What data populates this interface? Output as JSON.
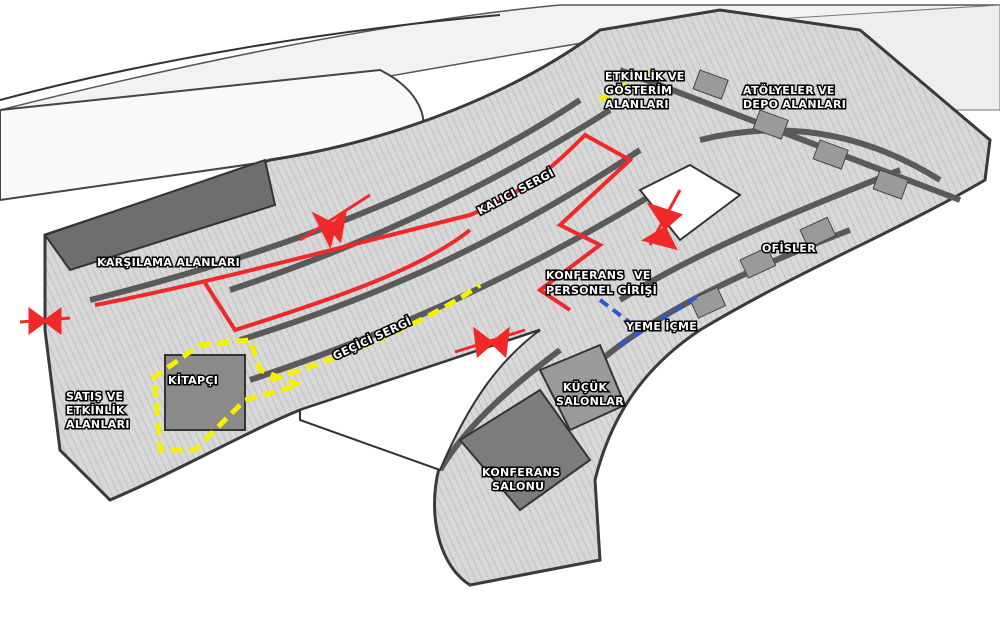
{
  "diagram": {
    "labels": {
      "karsilama": "KARŞILAMA ALANLARI",
      "kalici_sergi": "KALICI SERGİ",
      "etkinlik_gosterim": [
        "ETKİNLİK VE",
        "GÖSTERİM",
        "ALANLARI"
      ],
      "atolyeler": [
        "ATÖLYELER VE",
        "DEPO ALANLARI"
      ],
      "ofisler": "OFİSLER",
      "konferans_personel": [
        "KONFERANS",
        "VE",
        "PERSONEL GİRİŞİ"
      ],
      "yeme_icme": "YEME İÇME",
      "gecici_sergi": "GEÇİCİ SERGİ",
      "kitapci": "KİTAPÇI",
      "satis_etkinlik": [
        "SATIŞ VE",
        "ETKİNLİK",
        "ALANLARI"
      ],
      "kucuk_salonlar": [
        "KÜÇÜK",
        "SALONLAR"
      ],
      "konferans_salonu": [
        "KONFERANS",
        "SALONU"
      ]
    },
    "colors": {
      "permanent_route": "#f02828",
      "temporary_route": "#f5f000",
      "dining_route": "#3355cc",
      "building": "#8a8a8a",
      "floor": "#d4d4d4"
    }
  }
}
